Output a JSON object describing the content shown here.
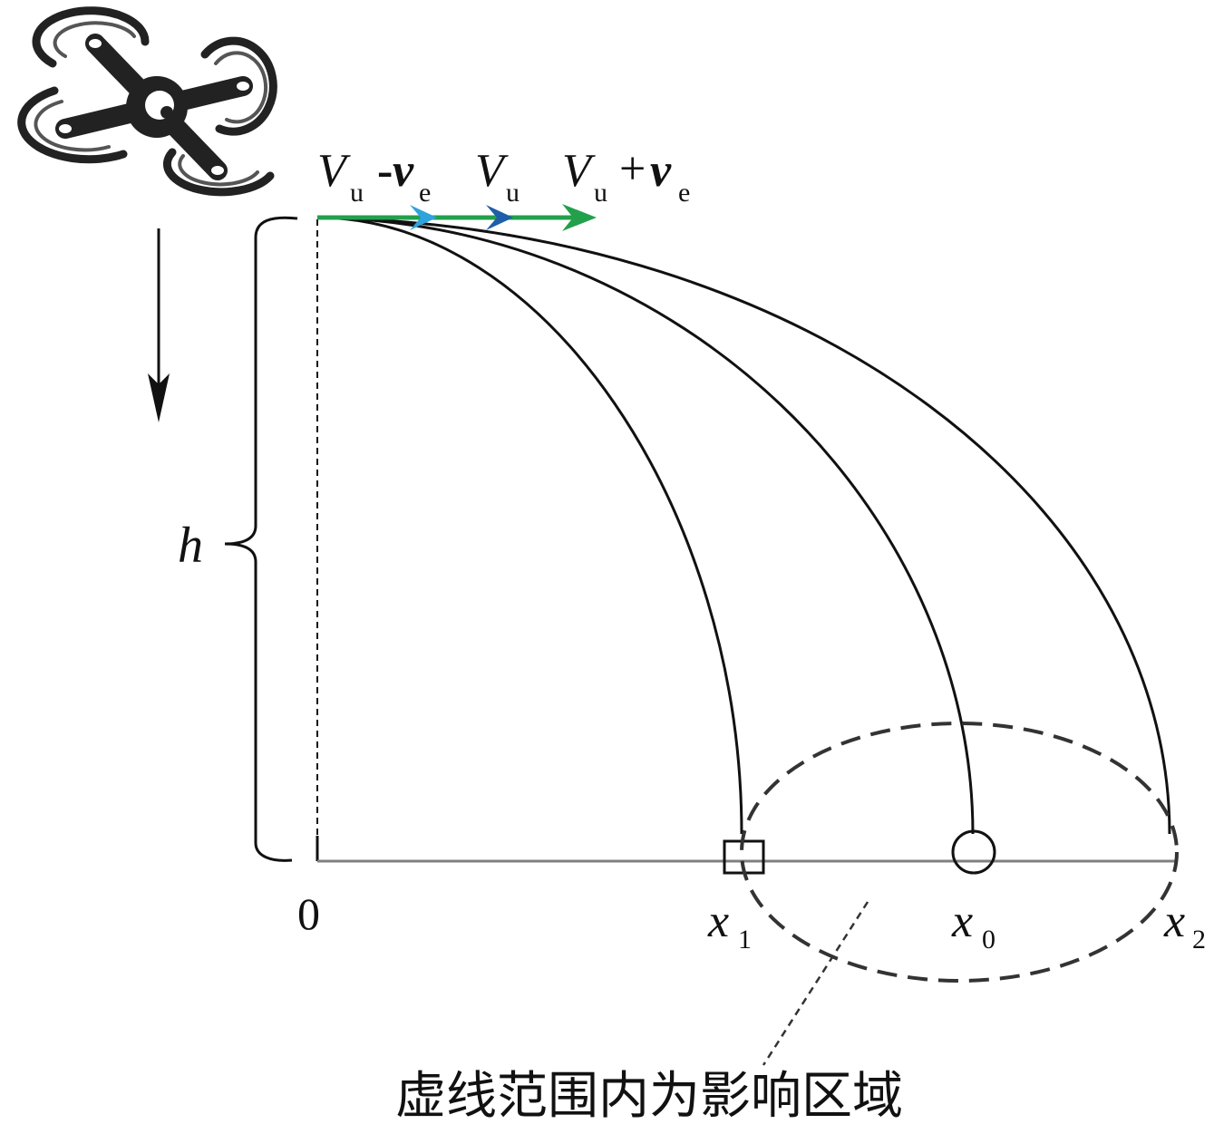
{
  "velocity_labels": {
    "slow": {
      "main": "V",
      "sub": "u",
      "op": "-",
      "main2": "v",
      "sub2": "e"
    },
    "nominal": {
      "main": "V",
      "sub": "u"
    },
    "fast": {
      "main": "V",
      "sub": "u",
      "op": "+",
      "main2": "v",
      "sub2": "e"
    }
  },
  "height_label": "h",
  "origin_label": "0",
  "points": {
    "x1": {
      "main": "x",
      "sub": "1"
    },
    "x0": {
      "main": "x",
      "sub": "0"
    },
    "x2": {
      "main": "x",
      "sub": "2"
    }
  },
  "caption": "虚线范围内为影响区域",
  "colors": {
    "slow": "#2ea3dd",
    "nominal": "#1f5ea8",
    "fast": "#22a04b",
    "line": "#111111",
    "ground": "#808080",
    "drone": "#222222"
  }
}
